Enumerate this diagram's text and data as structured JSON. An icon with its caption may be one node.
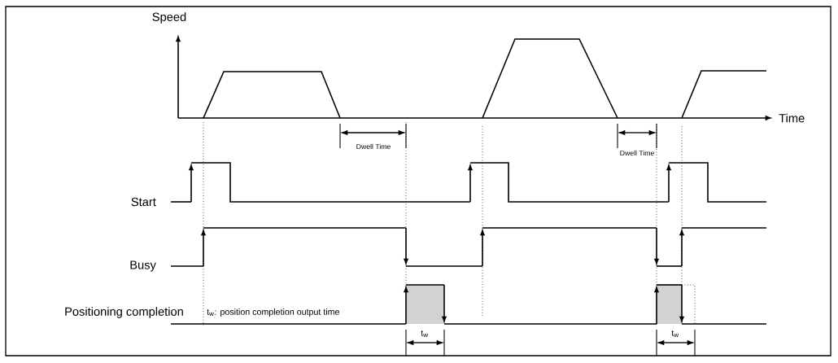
{
  "diagram": {
    "labels": [
      "Speed",
      "Time",
      "Dwell Time",
      "Dwell Time",
      "Start",
      "Busy",
      "Positioning completion",
      "t$_{w}$: position completion output time",
      "t$_{w}$",
      "t$_{w}$"
    ]
  }
}
